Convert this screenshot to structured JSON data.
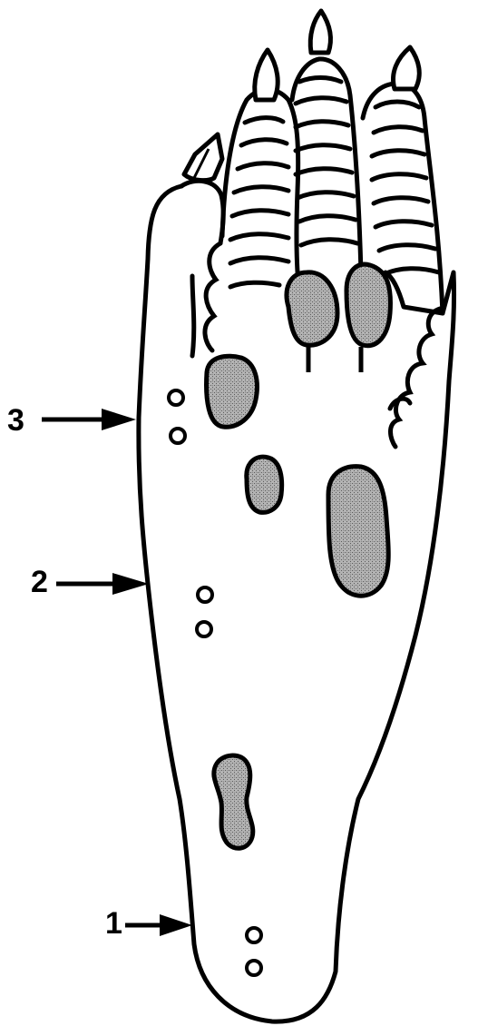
{
  "labels": {
    "marker_3": "3",
    "marker_2": "2",
    "marker_1": "1"
  },
  "colors": {
    "outline": "#000000",
    "pad_fill": "#9a9a9a",
    "background": "#ffffff"
  }
}
